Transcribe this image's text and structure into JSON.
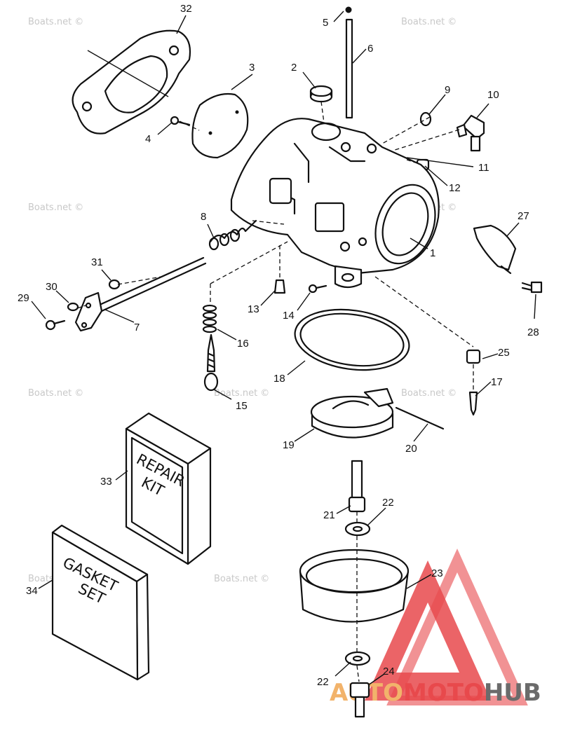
{
  "watermark": "Boats.net ©",
  "part_numbers": {
    "p1": "1",
    "p2": "2",
    "p3": "3",
    "p4": "4",
    "p5": "5",
    "p6": "6",
    "p7": "7",
    "p8": "8",
    "p9": "9",
    "p10": "10",
    "p11": "11",
    "p12": "12",
    "p13": "13",
    "p14": "14",
    "p15": "15",
    "p16": "16",
    "p17": "17",
    "p18": "18",
    "p19": "19",
    "p20": "20",
    "p21": "21",
    "p22a": "22",
    "p22b": "22",
    "p23": "23",
    "p24": "24",
    "p25": "25",
    "p27": "27",
    "p28": "28",
    "p29": "29",
    "p30": "30",
    "p31": "31",
    "p32": "32",
    "p33": "33",
    "p34": "34"
  },
  "repair_kit": {
    "line1": "REPAIR",
    "line2": "KIT"
  },
  "gasket_set": {
    "line1": "GASKET",
    "line2": "SET"
  },
  "logo": {
    "part1": "AUTO",
    "part2": "MOTO",
    "part3": "HUB"
  },
  "colors": {
    "logo_red": "#e8494c",
    "logo_orange": "#f2b36b",
    "logo_gray": "#6b6b6b"
  }
}
